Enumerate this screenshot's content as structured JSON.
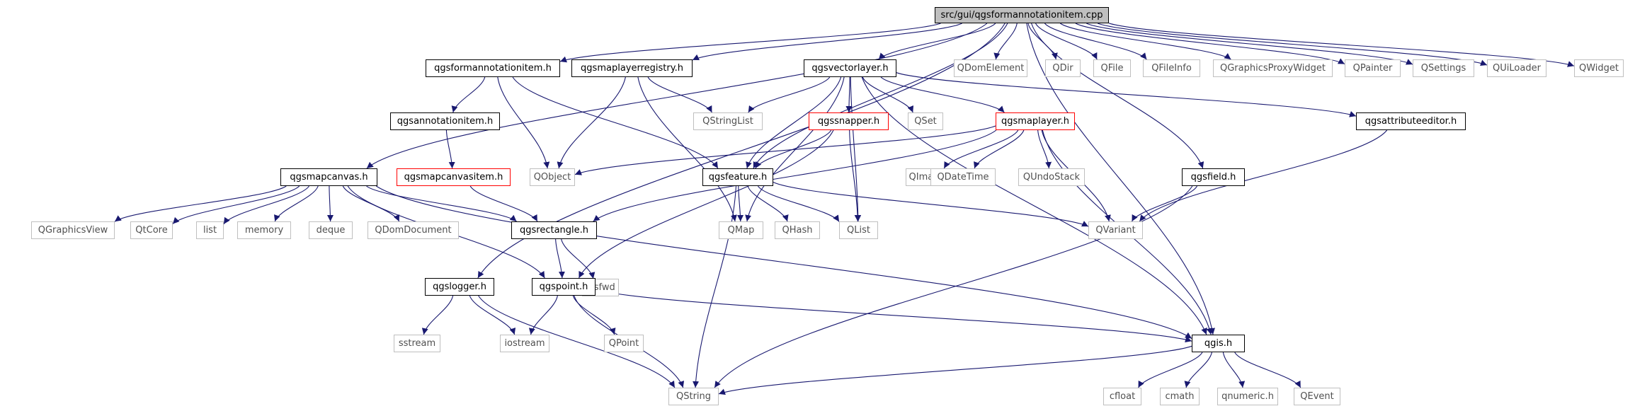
{
  "nodes": {
    "root": {
      "label": "src/gui/qgsformannotationitem.cpp",
      "style": "root"
    },
    "qgsformannotationitem_h": {
      "label": "qgsformannotationitem.h",
      "style": "black"
    },
    "qgsmaplayerregistry_h": {
      "label": "qgsmaplayerregistry.h",
      "style": "black"
    },
    "qgsvectorlayer_h": {
      "label": "qgsvectorlayer.h",
      "style": "black"
    },
    "QDomElement": {
      "label": "QDomElement",
      "style": "gray"
    },
    "QDir": {
      "label": "QDir",
      "style": "gray"
    },
    "QFile": {
      "label": "QFile",
      "style": "gray"
    },
    "QFileInfo": {
      "label": "QFileInfo",
      "style": "gray"
    },
    "QGraphicsProxyWidget": {
      "label": "QGraphicsProxyWidget",
      "style": "gray"
    },
    "QPainter": {
      "label": "QPainter",
      "style": "gray"
    },
    "QSettings": {
      "label": "QSettings",
      "style": "gray"
    },
    "QUiLoader": {
      "label": "QUiLoader",
      "style": "gray"
    },
    "QWidget": {
      "label": "QWidget",
      "style": "gray"
    },
    "qgsannotationitem_h": {
      "label": "qgsannotationitem.h",
      "style": "black"
    },
    "QStringList": {
      "label": "QStringList",
      "style": "gray"
    },
    "qgssnapper_h": {
      "label": "qgssnapper.h",
      "style": "red"
    },
    "qgsmaplayer_h": {
      "label": "qgsmaplayer.h",
      "style": "red"
    },
    "QSet": {
      "label": "QSet",
      "style": "gray"
    },
    "qgsattributeeditor_h": {
      "label": "qgsattributeeditor.h",
      "style": "black"
    },
    "qgsmapcanvas_h": {
      "label": "qgsmapcanvas.h",
      "style": "black"
    },
    "qgsmapcanvasitem_h": {
      "label": "qgsmapcanvasitem.h",
      "style": "red"
    },
    "QObject": {
      "label": "QObject",
      "style": "gray"
    },
    "qgsfeature_h": {
      "label": "qgsfeature.h",
      "style": "black"
    },
    "QImage": {
      "label": "QImage",
      "style": "gray"
    },
    "QDateTime": {
      "label": "QDateTime",
      "style": "gray"
    },
    "QUndoStack": {
      "label": "QUndoStack",
      "style": "gray"
    },
    "qgsfield_h": {
      "label": "qgsfield.h",
      "style": "black"
    },
    "QGraphicsView": {
      "label": "QGraphicsView",
      "style": "gray"
    },
    "QtCore": {
      "label": "QtCore",
      "style": "gray"
    },
    "list": {
      "label": "list",
      "style": "gray"
    },
    "memory": {
      "label": "memory",
      "style": "gray"
    },
    "deque": {
      "label": "deque",
      "style": "gray"
    },
    "QDomDocument": {
      "label": "QDomDocument",
      "style": "gray"
    },
    "qgsrectangle_h": {
      "label": "qgsrectangle.h",
      "style": "black"
    },
    "QMap": {
      "label": "QMap",
      "style": "gray"
    },
    "QHash": {
      "label": "QHash",
      "style": "gray"
    },
    "QList": {
      "label": "QList",
      "style": "gray"
    },
    "QVariant": {
      "label": "QVariant",
      "style": "gray"
    },
    "iosfwd": {
      "label": "iosfwd",
      "style": "gray"
    },
    "qgslogger_h": {
      "label": "qgslogger.h",
      "style": "black"
    },
    "qgspoint_h": {
      "label": "qgspoint.h",
      "style": "black"
    },
    "sstream": {
      "label": "sstream",
      "style": "gray"
    },
    "iostream": {
      "label": "iostream",
      "style": "gray"
    },
    "QPoint": {
      "label": "QPoint",
      "style": "gray"
    },
    "qgis_h": {
      "label": "qgis.h",
      "style": "black"
    },
    "QString": {
      "label": "QString",
      "style": "gray"
    },
    "cfloat": {
      "label": "cfloat",
      "style": "gray"
    },
    "cmath": {
      "label": "cmath",
      "style": "gray"
    },
    "qnumeric_h": {
      "label": "qnumeric.h",
      "style": "gray"
    },
    "QEvent": {
      "label": "QEvent",
      "style": "gray"
    }
  },
  "edges": [
    [
      "root",
      "qgsformannotationitem_h"
    ],
    [
      "root",
      "qgsmaplayerregistry_h"
    ],
    [
      "root",
      "qgsvectorlayer_h"
    ],
    [
      "root",
      "QDomElement"
    ],
    [
      "root",
      "QDir"
    ],
    [
      "root",
      "QFile"
    ],
    [
      "root",
      "QFileInfo"
    ],
    [
      "root",
      "QGraphicsProxyWidget"
    ],
    [
      "root",
      "QPainter"
    ],
    [
      "root",
      "QSettings"
    ],
    [
      "root",
      "QUiLoader"
    ],
    [
      "root",
      "QWidget"
    ],
    [
      "root",
      "qgsmapcanvas_h"
    ],
    [
      "root",
      "qgslogger_h"
    ],
    [
      "root",
      "qgsfeature_h"
    ],
    [
      "root",
      "qgsfield_h"
    ],
    [
      "root",
      "qgis_h"
    ],
    [
      "qgsformannotationitem_h",
      "qgsannotationitem_h"
    ],
    [
      "qgsformannotationitem_h",
      "QObject"
    ],
    [
      "qgsformannotationitem_h",
      "qgsfeature_h"
    ],
    [
      "qgsannotationitem_h",
      "qgsmapcanvasitem_h"
    ],
    [
      "qgsmapcanvasitem_h",
      "qgsrectangle_h"
    ],
    [
      "qgsmaplayerregistry_h",
      "QStringList"
    ],
    [
      "qgsmaplayerregistry_h",
      "QObject"
    ],
    [
      "qgsmaplayerregistry_h",
      "QMap"
    ],
    [
      "qgsvectorlayer_h",
      "QStringList"
    ],
    [
      "qgsvectorlayer_h",
      "qgssnapper_h"
    ],
    [
      "qgsvectorlayer_h",
      "QSet"
    ],
    [
      "qgsvectorlayer_h",
      "qgsmaplayer_h"
    ],
    [
      "qgsvectorlayer_h",
      "qgsattributeeditor_h"
    ],
    [
      "qgsvectorlayer_h",
      "qgsfeature_h"
    ],
    [
      "qgsvectorlayer_h",
      "QMap"
    ],
    [
      "qgsvectorlayer_h",
      "QList"
    ],
    [
      "qgsvectorlayer_h",
      "qgis_h"
    ],
    [
      "qgssnapper_h",
      "qgsfeature_h"
    ],
    [
      "qgssnapper_h",
      "qgspoint_h"
    ],
    [
      "qgssnapper_h",
      "QList"
    ],
    [
      "qgsmaplayer_h",
      "QObject"
    ],
    [
      "qgsmaplayer_h",
      "QImage"
    ],
    [
      "qgsmaplayer_h",
      "QDateTime"
    ],
    [
      "qgsmaplayer_h",
      "QUndoStack"
    ],
    [
      "qgsmaplayer_h",
      "QVariant"
    ],
    [
      "qgsmaplayer_h",
      "qgsrectangle_h"
    ],
    [
      "qgsmaplayer_h",
      "qgis_h"
    ],
    [
      "qgsattributeeditor_h",
      "QVariant"
    ],
    [
      "qgsfield_h",
      "QVariant"
    ],
    [
      "qgsfield_h",
      "QString"
    ],
    [
      "qgsfeature_h",
      "QMap"
    ],
    [
      "qgsfeature_h",
      "QHash"
    ],
    [
      "qgsfeature_h",
      "QList"
    ],
    [
      "qgsfeature_h",
      "QVariant"
    ],
    [
      "qgsfeature_h",
      "QString"
    ],
    [
      "qgsmapcanvas_h",
      "QGraphicsView"
    ],
    [
      "qgsmapcanvas_h",
      "QtCore"
    ],
    [
      "qgsmapcanvas_h",
      "list"
    ],
    [
      "qgsmapcanvas_h",
      "memory"
    ],
    [
      "qgsmapcanvas_h",
      "deque"
    ],
    [
      "qgsmapcanvas_h",
      "QDomDocument"
    ],
    [
      "qgsmapcanvas_h",
      "qgsrectangle_h"
    ],
    [
      "qgsmapcanvas_h",
      "qgspoint_h"
    ],
    [
      "qgsmapcanvas_h",
      "qgis_h"
    ],
    [
      "qgsrectangle_h",
      "qgspoint_h"
    ],
    [
      "qgsrectangle_h",
      "iosfwd"
    ],
    [
      "qgslogger_h",
      "sstream"
    ],
    [
      "qgslogger_h",
      "iostream"
    ],
    [
      "qgslogger_h",
      "QString"
    ],
    [
      "qgspoint_h",
      "iostream"
    ],
    [
      "qgspoint_h",
      "QPoint"
    ],
    [
      "qgspoint_h",
      "qgis_h"
    ],
    [
      "qgspoint_h",
      "QString"
    ],
    [
      "qgis_h",
      "QString"
    ],
    [
      "qgis_h",
      "cfloat"
    ],
    [
      "qgis_h",
      "cmath"
    ],
    [
      "qgis_h",
      "qnumeric_h"
    ],
    [
      "qgis_h",
      "QEvent"
    ]
  ],
  "colors": {
    "edge": "#191970",
    "root_fill": "#bfbfbf",
    "gray_border": "#bfbfbf",
    "red_border": "#ff0000"
  }
}
